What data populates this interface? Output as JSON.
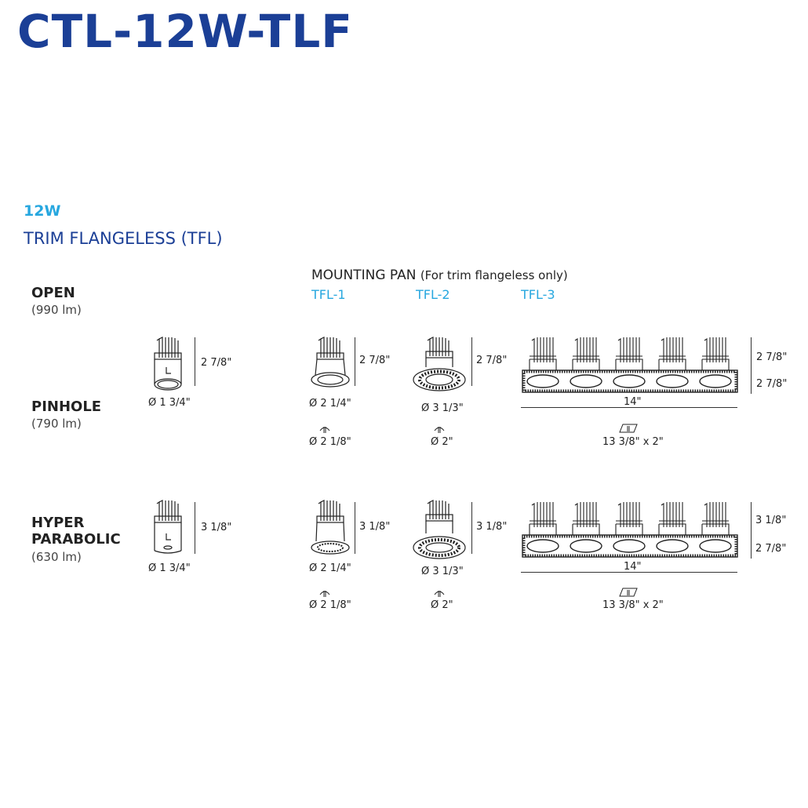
{
  "header": {
    "title": "CTL-12W-TLF"
  },
  "section": {
    "wattage": "12W",
    "subtitle": "TRIM FLANGELESS (TFL)"
  },
  "rows": [
    {
      "name": "OPEN",
      "lumens": "(990 lm)"
    },
    {
      "name": "PINHOLE",
      "lumens": "(790 lm)"
    },
    {
      "name_line1": "HYPER",
      "name_line2": "PARABOLIC",
      "lumens": "(630 lm)"
    }
  ],
  "mounting_pan": {
    "title": "MOUNTING PAN",
    "note": "(For trim flangeless only)",
    "options": [
      "TFL-1",
      "TFL-2",
      "TFL-3"
    ]
  },
  "dims_top": {
    "base_height": "2 7/8\"",
    "base_diameter": "Ø 1 3/4\"",
    "tfl1_height": "2 7/8\"",
    "tfl1_diameter": "Ø 2 1/4\"",
    "tfl1_cutout": "Ø 2 1/8\"",
    "tfl2_height": "2 7/8\"",
    "tfl2_diameter": "Ø 3 1/3\"",
    "tfl2_cutout": "Ø 2\"",
    "tfl3_height_1": "2 7/8\"",
    "tfl3_height_2": "2 7/8\"",
    "tfl3_length": "14\"",
    "tfl3_cutout": "13 3/8\" x 2\""
  },
  "dims_bottom": {
    "base_height": "3 1/8\"",
    "base_diameter": "Ø 1 3/4\"",
    "tfl1_height": "3 1/8\"",
    "tfl1_diameter": "Ø 2 1/4\"",
    "tfl1_cutout": "Ø 2 1/8\"",
    "tfl2_height": "3 1/8\"",
    "tfl2_diameter": "Ø 3 1/3\"",
    "tfl2_cutout": "Ø 2\"",
    "tfl3_height_1": "3 1/8\"",
    "tfl3_height_2": "2 7/8\"",
    "tfl3_length": "14\"",
    "tfl3_cutout": "13 3/8\" x 2\""
  },
  "colors": {
    "brand_blue": "#1b3f96",
    "accent_cyan": "#27a7df"
  }
}
